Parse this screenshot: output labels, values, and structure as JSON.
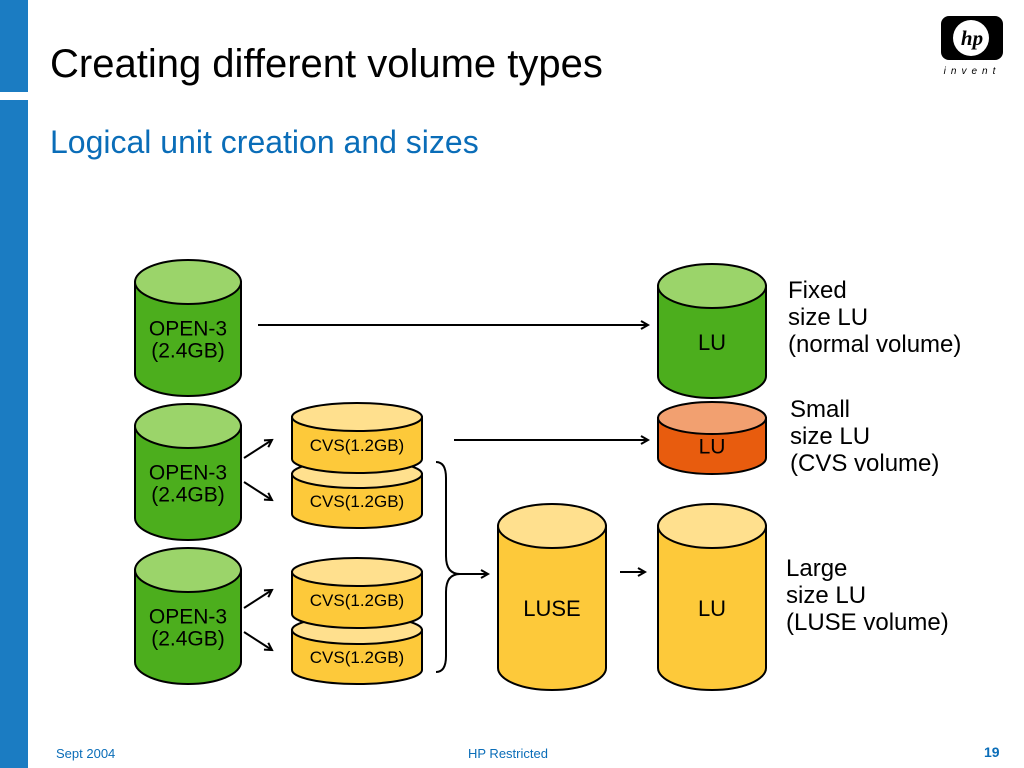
{
  "slide": {
    "title": "Creating different volume types",
    "subtitle": "Logical unit creation and sizes"
  },
  "logo": {
    "mark": "hp",
    "tagline": "invent"
  },
  "diagram": {
    "rows": [
      {
        "source": "OPEN-3\n(2.4GB)",
        "target": "LU",
        "description": [
          "Fixed",
          "size LU",
          "(normal volume)"
        ]
      },
      {
        "source": "OPEN-3\n(2.4GB)",
        "cvs": [
          "CVS(1.2GB)",
          "CVS(1.2GB)"
        ],
        "target": "LU",
        "description": [
          "Small",
          "size LU",
          "(CVS volume)"
        ]
      },
      {
        "source": "OPEN-3\n(2.4GB)",
        "cvs": [
          "CVS(1.2GB)",
          "CVS(1.2GB)"
        ],
        "luse": "LUSE",
        "target": "LU",
        "description": [
          "Large",
          "size LU",
          "(LUSE volume)"
        ]
      }
    ]
  },
  "colors": {
    "green_body": "#4cae1d",
    "green_top": "#9bd46a",
    "yellow_body": "#fdc93a",
    "yellow_top": "#ffe08e",
    "orange_body": "#e85c0e",
    "orange_top": "#f2a070",
    "accent_blue": "#1b7cc2"
  },
  "footer": {
    "date": "Sept 2004",
    "classification": "HP Restricted",
    "page_number": "19"
  }
}
